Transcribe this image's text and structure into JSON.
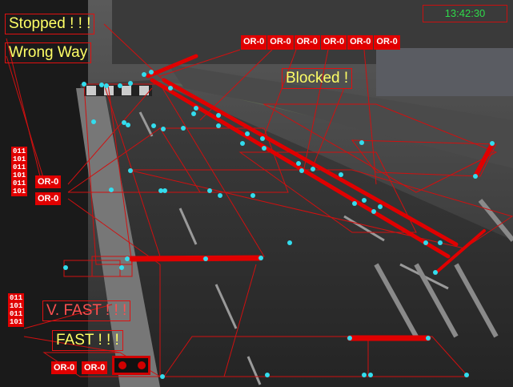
{
  "clock": "13:42:30",
  "status_labels": {
    "stopped": "Stopped ! ! !",
    "wrong_way": "Wrong Way",
    "blocked": "Blocked !",
    "very_fast": "V. FAST ! ! !",
    "fast": "FAST ! ! !"
  },
  "or_tags_top": [
    "OR-0",
    "OR-0",
    "OR-0",
    "OR-0",
    "OR-0",
    "OR-0"
  ],
  "or_tags_left": [
    "OR-0",
    "OR-0"
  ],
  "or_tags_bottom": [
    "OR-0",
    "OR-0"
  ],
  "bit_blocks": {
    "left_upper": "011\n101\n011\n101\n011\n101",
    "left_lower": "011\n101\n011\n101"
  },
  "colors": {
    "overlay_red": "#e00000",
    "marker_cyan": "#33ddee",
    "label_yellow": "#ffff66",
    "clock_green": "#2fd94a"
  }
}
